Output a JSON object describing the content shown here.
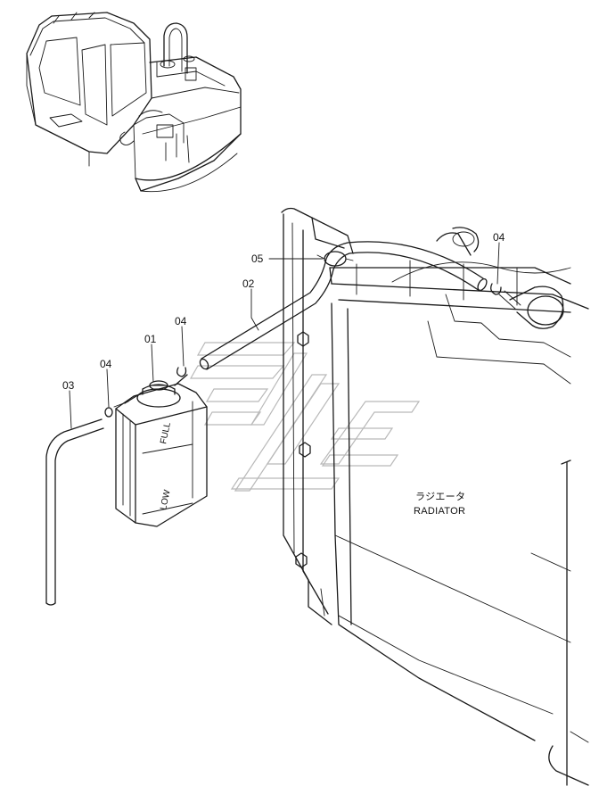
{
  "diagram": {
    "callouts": {
      "c01": "01",
      "c02": "02",
      "c03": "03",
      "c04_left": "04",
      "c04_mid": "04",
      "c04_right": "04",
      "c05": "05"
    },
    "tank": {
      "full_label": "FULL",
      "low_label": "LOW"
    },
    "radiator": {
      "label_jp": "ラジエータ",
      "label_en": "RADIATOR"
    }
  }
}
